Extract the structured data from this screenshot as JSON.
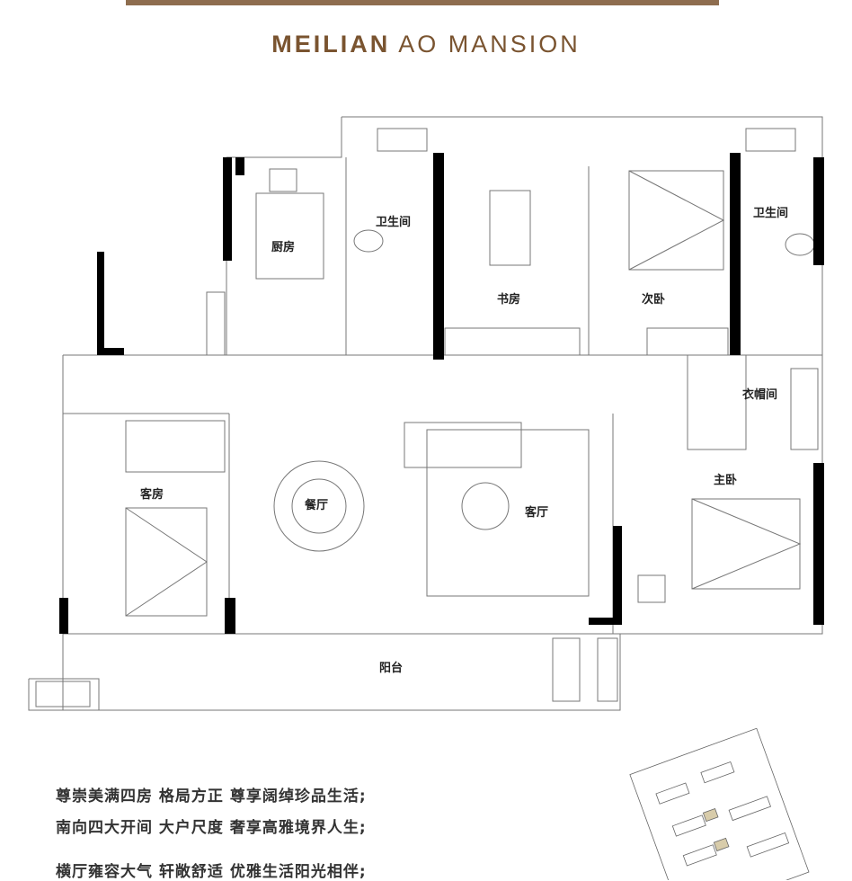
{
  "brand": {
    "bold": "MEILIAN",
    "rest": "AO MANSION"
  },
  "rooms": {
    "kitchen": "厨房",
    "bath1": "卫生间",
    "study": "书房",
    "second_bedroom": "次卧",
    "bath2": "卫生间",
    "cloakroom": "衣帽间",
    "guest_room": "客房",
    "dining": "餐厅",
    "living": "客厅",
    "master_bedroom": "主卧",
    "balcony": "阳台"
  },
  "description": [
    "尊崇美满四房 格局方正 尊享阔绰珍品生活;",
    "南向四大开间 大户尺度 奢享高雅境界人生;",
    "横厅雍容大气 轩敞舒适 优雅生活阳光相伴;"
  ],
  "colors": {
    "brand": "#7a5430",
    "wall": "#000000",
    "line": "#888888"
  }
}
